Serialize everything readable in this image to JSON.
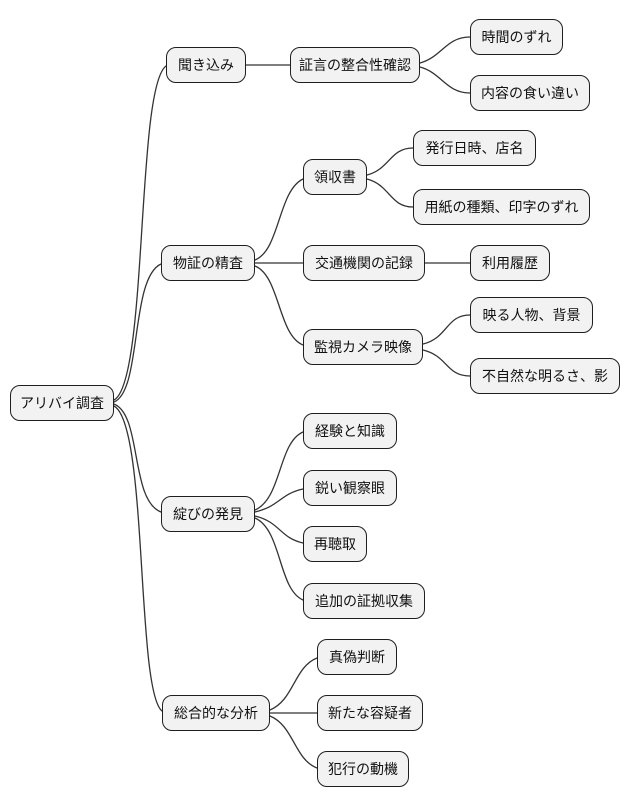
{
  "diagram": {
    "type": "mindmap",
    "root": {
      "label": "アリバイ調査"
    },
    "branches": [
      {
        "label": "聞き込み",
        "children": [
          {
            "label": "証言の整合性確認",
            "children": [
              {
                "label": "時間のずれ"
              },
              {
                "label": "内容の食い違い"
              }
            ]
          }
        ]
      },
      {
        "label": "物証の精査",
        "children": [
          {
            "label": "領収書",
            "children": [
              {
                "label": "発行日時、店名"
              },
              {
                "label": "用紙の種類、印字のずれ"
              }
            ]
          },
          {
            "label": "交通機関の記録",
            "children": [
              {
                "label": "利用履歴"
              }
            ]
          },
          {
            "label": "監視カメラ映像",
            "children": [
              {
                "label": "映る人物、背景"
              },
              {
                "label": "不自然な明るさ、影"
              }
            ]
          }
        ]
      },
      {
        "label": "綻びの発見",
        "children": [
          {
            "label": "経験と知識"
          },
          {
            "label": "鋭い観察眼"
          },
          {
            "label": "再聴取"
          },
          {
            "label": "追加の証拠収集"
          }
        ]
      },
      {
        "label": "総合的な分析",
        "children": [
          {
            "label": "真偽判断"
          },
          {
            "label": "新たな容疑者"
          },
          {
            "label": "犯行の動機"
          }
        ]
      }
    ],
    "colors": {
      "node_fill": "#f2f2f2",
      "node_border": "#1f1f1f",
      "edge": "#333333",
      "background": "#ffffff"
    }
  }
}
